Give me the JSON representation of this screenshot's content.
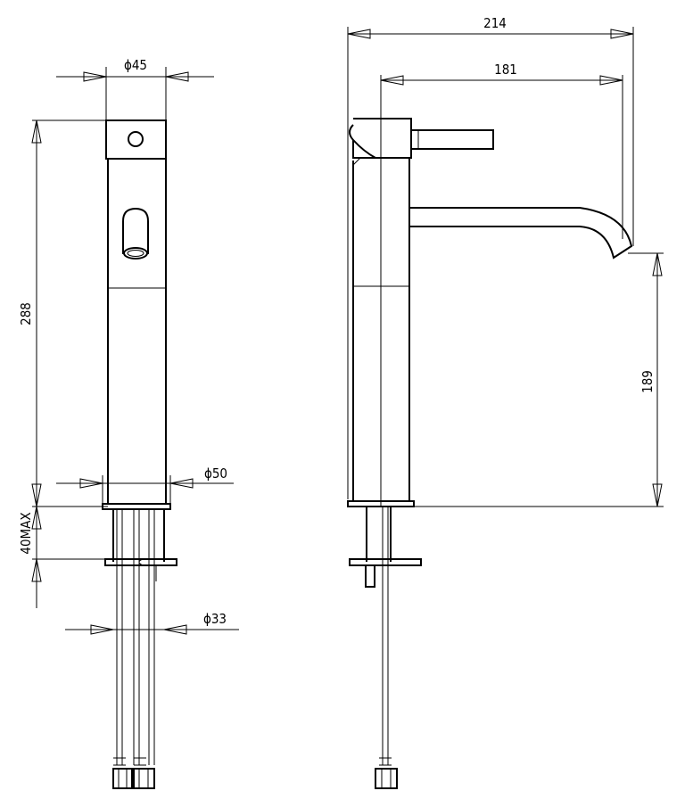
{
  "drawing": {
    "front_view": {
      "dimensions": {
        "body_diameter": "ϕ45",
        "base_diameter": "ϕ50",
        "shank_diameter": "ϕ33",
        "overall_height": "288",
        "max_deck_thickness": "40MAX"
      }
    },
    "side_view": {
      "dimensions": {
        "overall_reach": "214",
        "spout_reach": "181",
        "spout_height": "189"
      }
    }
  }
}
